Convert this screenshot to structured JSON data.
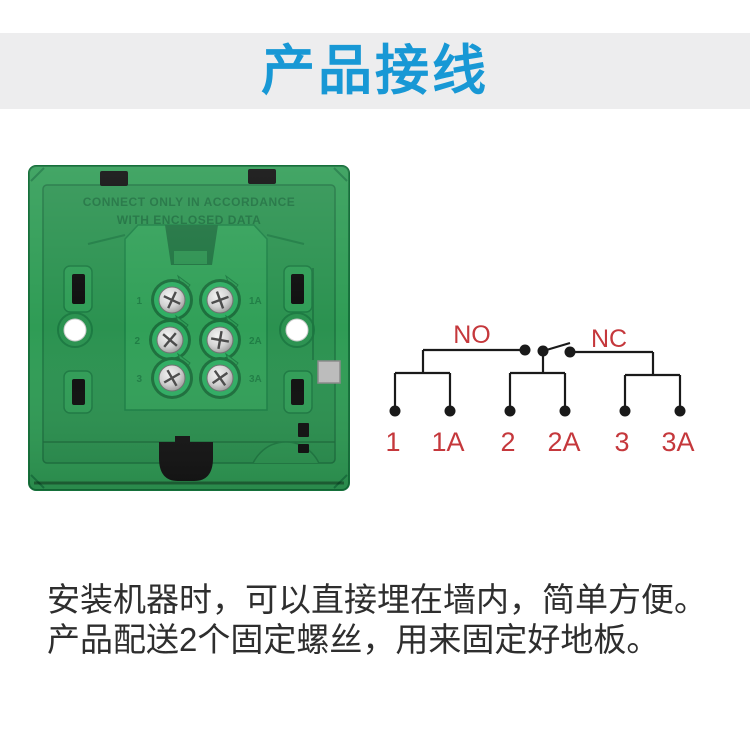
{
  "header": {
    "title": "产品接线",
    "title_color": "#1898d5",
    "band_color": "#ededee"
  },
  "device": {
    "embossed_line1": "CONNECT ONLY IN ACCORDANCE",
    "embossed_line2": "WITH ENCLOSED DATA",
    "terminal_labels_left": [
      "1",
      "2",
      "3"
    ],
    "terminal_labels_right": [
      "1A",
      "2A",
      "3A"
    ],
    "body_color": "#2f9c55",
    "panel_color": "#2b9250"
  },
  "diagram": {
    "no_label": "NO",
    "nc_label": "NC",
    "terminals": [
      "1",
      "1A",
      "2",
      "2A",
      "3",
      "3A"
    ],
    "label_color": "#c5383c",
    "line_color": "#1a1a1a"
  },
  "description": {
    "line1": "安装机器时，可以直接埋在墙内，简单方便。",
    "line2": "产品配送2个固定螺丝，用来固定好地板。"
  }
}
